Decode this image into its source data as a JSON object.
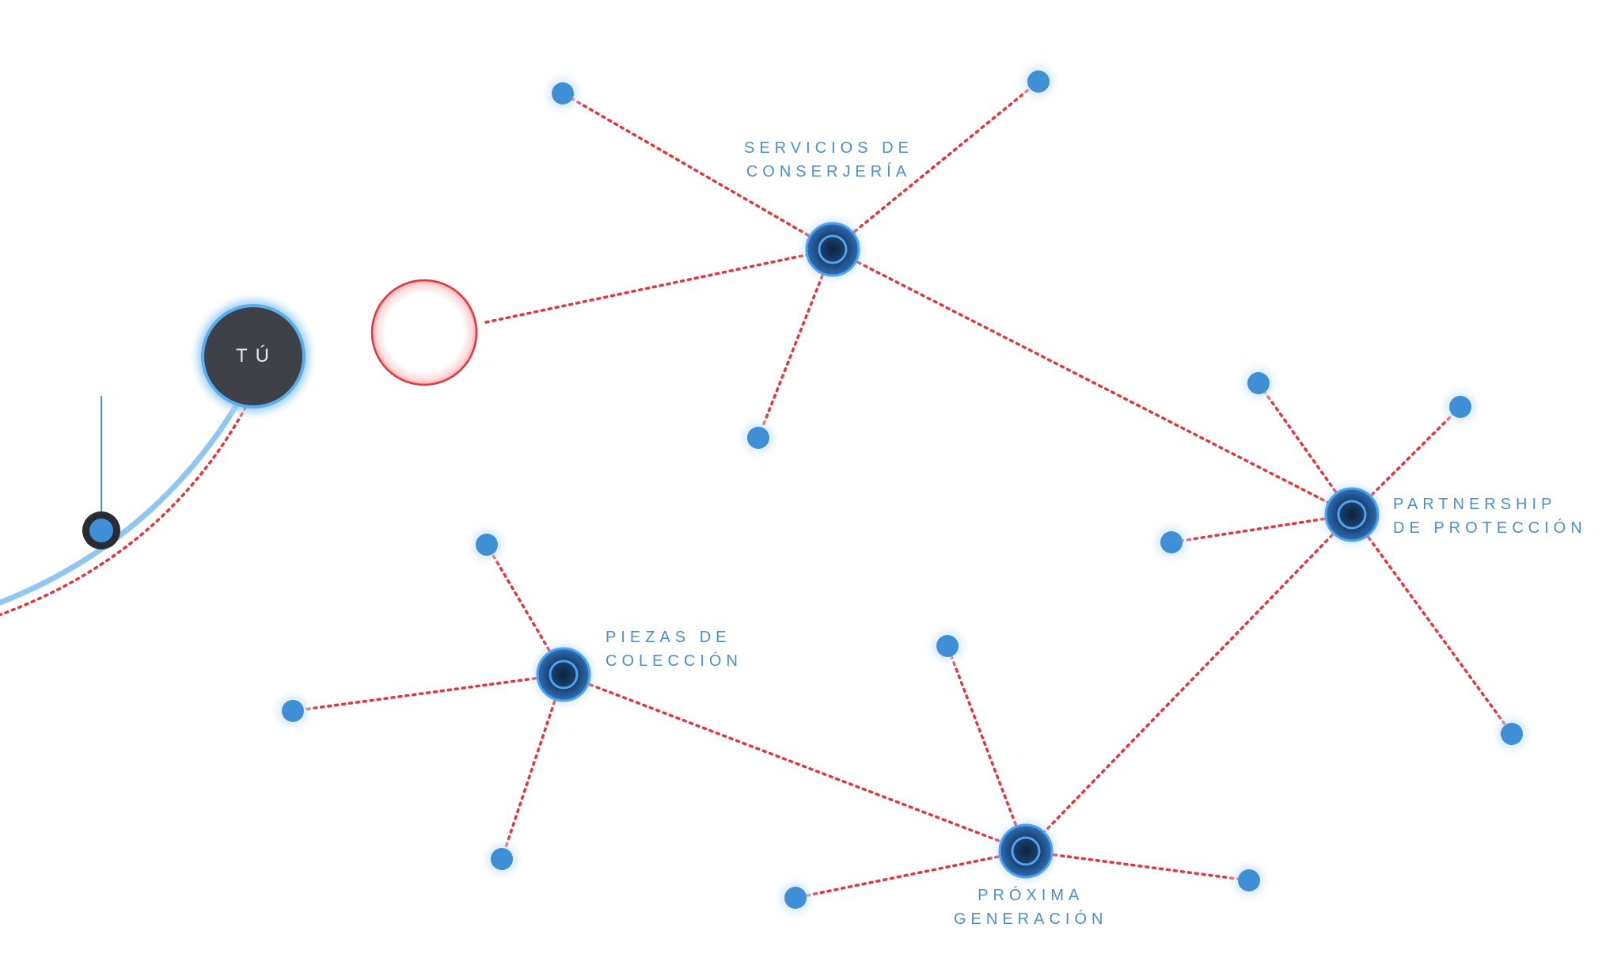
{
  "center_node": {
    "label": "TÚ"
  },
  "hubs": {
    "servicios": {
      "label": "SERVICIOS DE\nCONSERJERÍA"
    },
    "partnership": {
      "label": "PARTNERSHIP\nDE PROTECCIÓN"
    },
    "piezas": {
      "label": "PIEZAS DE\nCOLECCIÓN"
    },
    "proxima": {
      "label": "PRÓXIMA\nGENERACIÓN"
    }
  },
  "colors": {
    "link": "#e8333a",
    "node_blue": "#3f8fd6",
    "node_glow": "#a9d2f5",
    "hub_dark": "#1f3d66",
    "tu_fill": "#3f4149",
    "arc": "#8fc6f2",
    "placeholder_ring": "#e8333a"
  }
}
